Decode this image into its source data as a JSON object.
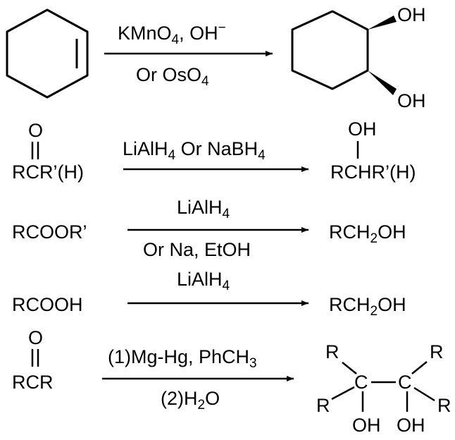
{
  "reactions": [
    {
      "id": "alkene-dihydroxylation",
      "reagent_top": {
        "pre": "KMnO",
        "sub": "4",
        "post": ", OH",
        "sup": "−"
      },
      "reagent_bottom": {
        "pre": "Or OsO",
        "sub": "4"
      },
      "product_oh_top": "OH",
      "product_oh_bottom": "OH"
    },
    {
      "id": "carbonyl-reduction",
      "reactant_o": "O",
      "reactant": "RCR’(H)",
      "reagent_top": {
        "pre": "LiAlH",
        "sub": "4",
        "post": " Or NaBH",
        "sub2": "4"
      },
      "product_oh": "OH",
      "product": "RCHR’(H)"
    },
    {
      "id": "ester-reduction",
      "reactant": "RCOOR’",
      "reagent_top": {
        "pre": "LiAlH",
        "sub": "4"
      },
      "reagent_bottom": "Or Na, EtOH",
      "product": {
        "pre": "RCH",
        "sub": "2",
        "post": "OH"
      }
    },
    {
      "id": "acid-reduction",
      "reactant": "RCOOH",
      "reagent_top": {
        "pre": "LiAlH",
        "sub": "4"
      },
      "product": {
        "pre": "RCH",
        "sub": "2",
        "post": "OH"
      }
    },
    {
      "id": "pinacol-coupling",
      "reactant_o": "O",
      "reactant": "RCR",
      "reagent_top": {
        "pre": "(1)Mg-Hg, PhCH",
        "sub": "3"
      },
      "reagent_bottom": {
        "pre": "(2)H",
        "sub": "2",
        "post": "O"
      },
      "product_atoms": {
        "c": "C",
        "r": "R",
        "oh": "OH"
      }
    }
  ]
}
